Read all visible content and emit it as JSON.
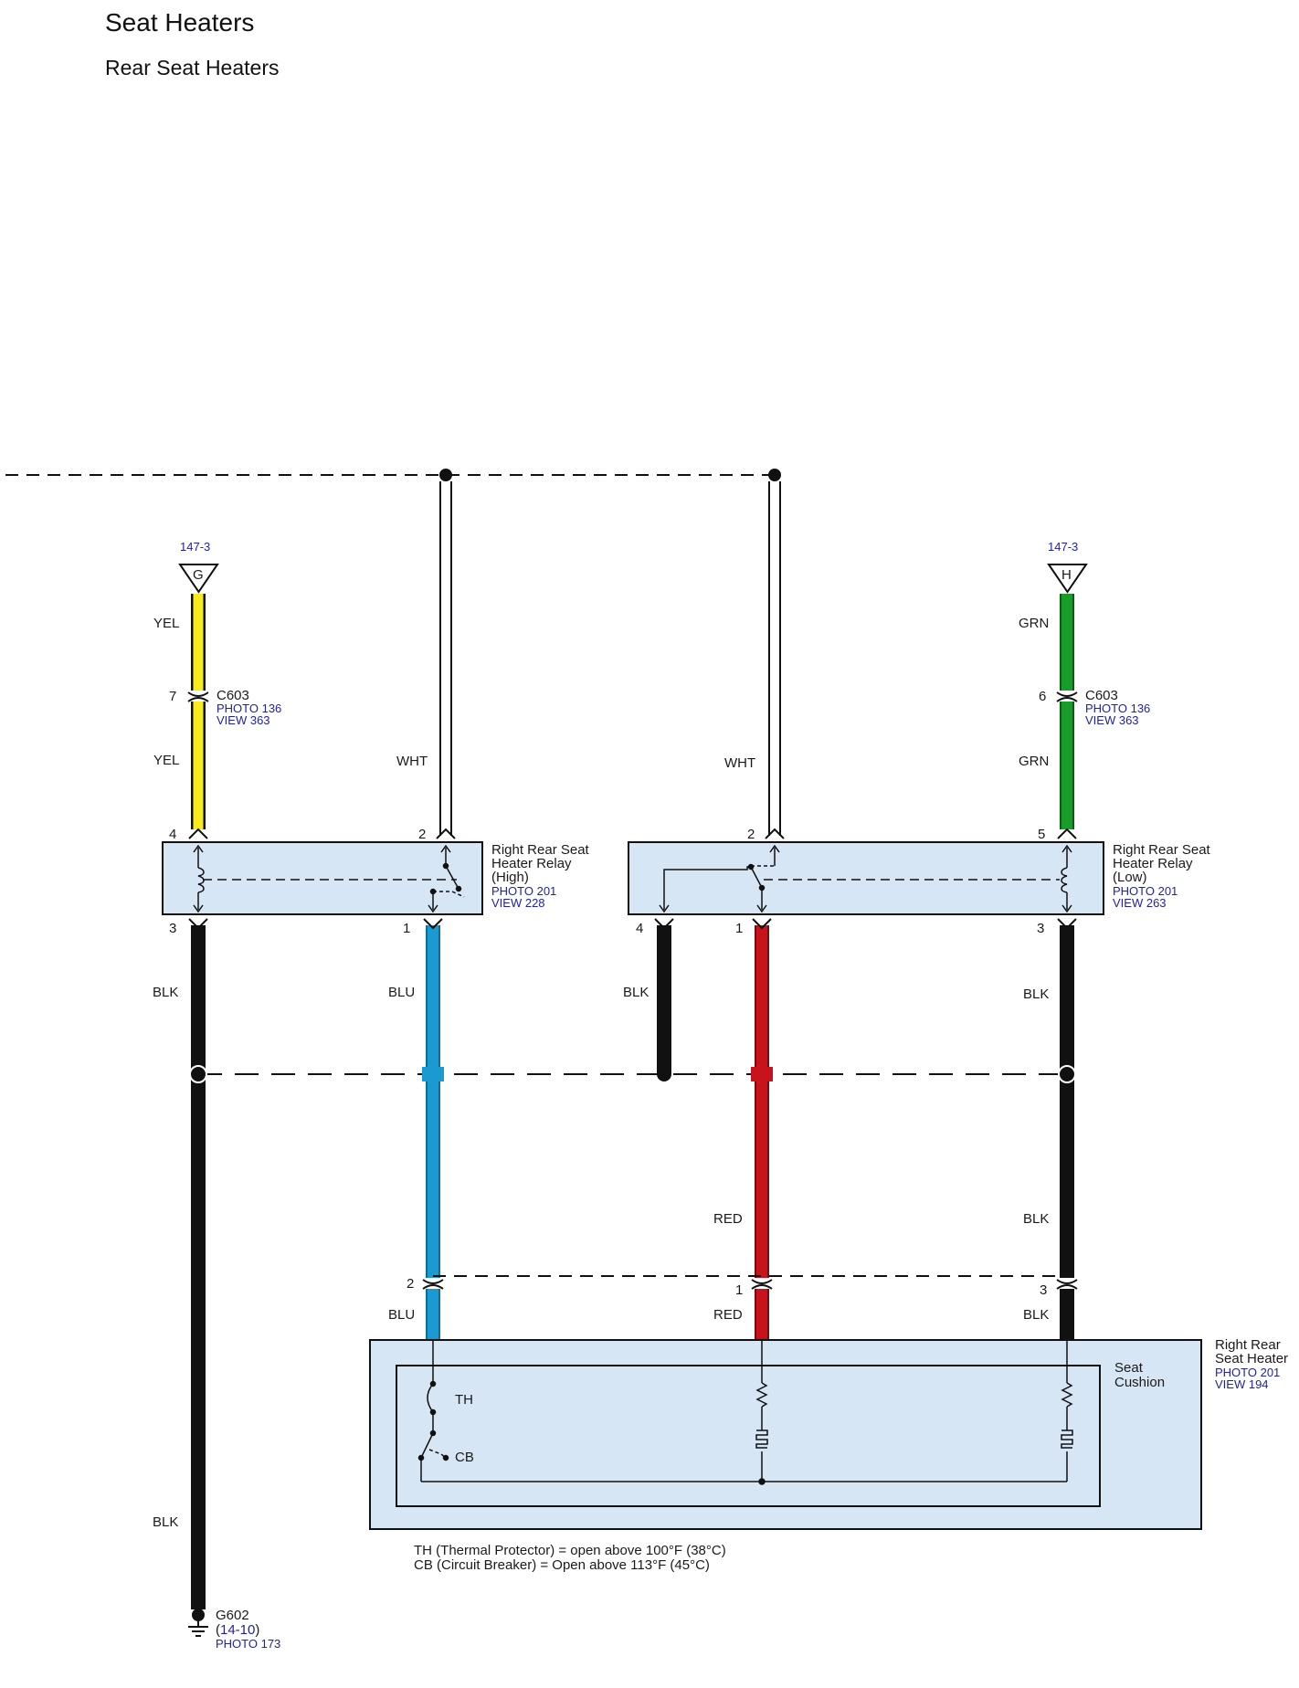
{
  "header": {
    "title": "Seat Heaters",
    "subtitle": "Rear Seat Heaters"
  },
  "colors": {
    "yellow": "#f7ea1d",
    "green": "#1a9c2a",
    "blue": "#1a9ad0",
    "red": "#c8121c",
    "black": "#111111",
    "box_fill": "#d6e6f5",
    "ref_link": "#1f22a8"
  },
  "terminals": {
    "g": {
      "ref": "147-3",
      "letter": "G"
    },
    "h": {
      "ref": "147-3",
      "letter": "H"
    }
  },
  "connector_c603_left": {
    "pin": "7",
    "name": "C603",
    "photo": "PHOTO 136",
    "view": "VIEW 363"
  },
  "connector_c603_right": {
    "pin": "6",
    "name": "C603",
    "photo": "PHOTO 136",
    "view": "VIEW 363"
  },
  "wires": {
    "yel_upper": "YEL",
    "yel_lower": "YEL",
    "grn_upper": "GRN",
    "grn_lower": "GRN",
    "wht_left": "WHT",
    "wht_right": "WHT",
    "blk_left": "BLK",
    "blu_upper": "BLU",
    "blk_mid": "BLK",
    "blk_right_upper": "BLK",
    "red_upper": "RED",
    "blk_right_mid": "BLK",
    "blu_lower": "BLU",
    "red_lower": "RED",
    "blk_right_lower": "BLK",
    "blk_ground": "BLK"
  },
  "relay_high": {
    "name_line1": "Right Rear Seat",
    "name_line2": "Heater Relay",
    "name_line3": "(High)",
    "photo": "PHOTO 201",
    "view": "VIEW 228",
    "pins": {
      "p4": "4",
      "p2": "2",
      "p3": "3",
      "p1": "1"
    }
  },
  "relay_low": {
    "name_line1": "Right Rear Seat",
    "name_line2": "Heater Relay",
    "name_line3": "(Low)",
    "photo": "PHOTO 201",
    "view": "VIEW 263",
    "pins": {
      "p2": "2",
      "p5": "5",
      "p4": "4",
      "p1": "1",
      "p3": "3"
    }
  },
  "lower_connector_pins": {
    "blu": "2",
    "red": "1",
    "blk": "3"
  },
  "seat_heater": {
    "name_line1": "Right Rear",
    "name_line2": "Seat Heater",
    "photo": "PHOTO 201",
    "view": "VIEW 194",
    "cushion_line1": "Seat",
    "cushion_line2": "Cushion",
    "th_label": "TH",
    "cb_label": "CB"
  },
  "notes": {
    "line1": "TH (Thermal Protector) = open above 100°F (38°C)",
    "line2": "CB (Circuit Breaker) = Open above 113°F (45°C)"
  },
  "ground": {
    "name": "G602",
    "page_open": "(",
    "page": "14-10",
    "page_close": ")",
    "photo": "PHOTO 173"
  }
}
